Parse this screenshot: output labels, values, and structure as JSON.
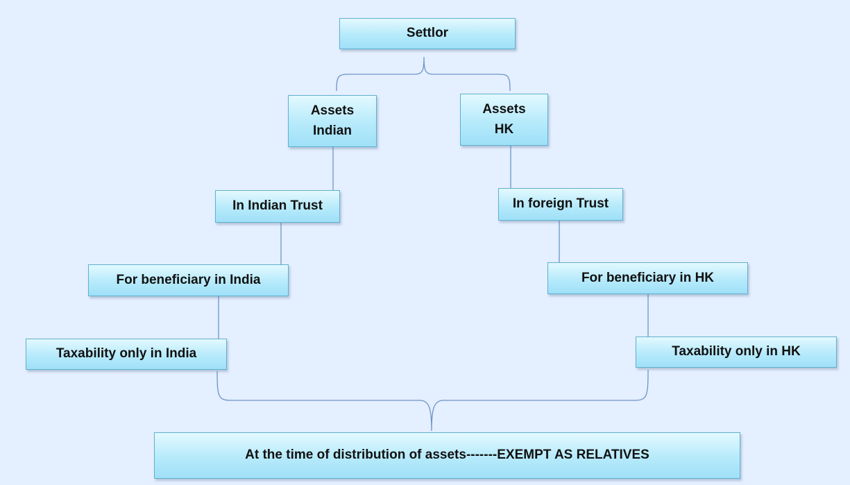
{
  "diagram": {
    "settlor": "Settlor",
    "assets_indian": {
      "line1": "Assets",
      "line2": "Indian"
    },
    "assets_hk": {
      "line1": "Assets",
      "line2": "HK"
    },
    "indian_trust": "In Indian Trust",
    "foreign_trust": "In foreign Trust",
    "beneficiary_india": "For beneficiary in India",
    "beneficiary_hk": "For beneficiary in HK",
    "taxability_india": "Taxability only in India",
    "taxability_hk": "Taxability only in HK",
    "distribution": "At the time of distribution of assets-------EXEMPT AS RELATIVES"
  },
  "colors": {
    "background": "#e4efff",
    "node_fill_top": "#e3f9ff",
    "node_fill_bottom": "#9fe0f8",
    "node_border": "#5fb0cd",
    "connector": "#6d93c8"
  }
}
